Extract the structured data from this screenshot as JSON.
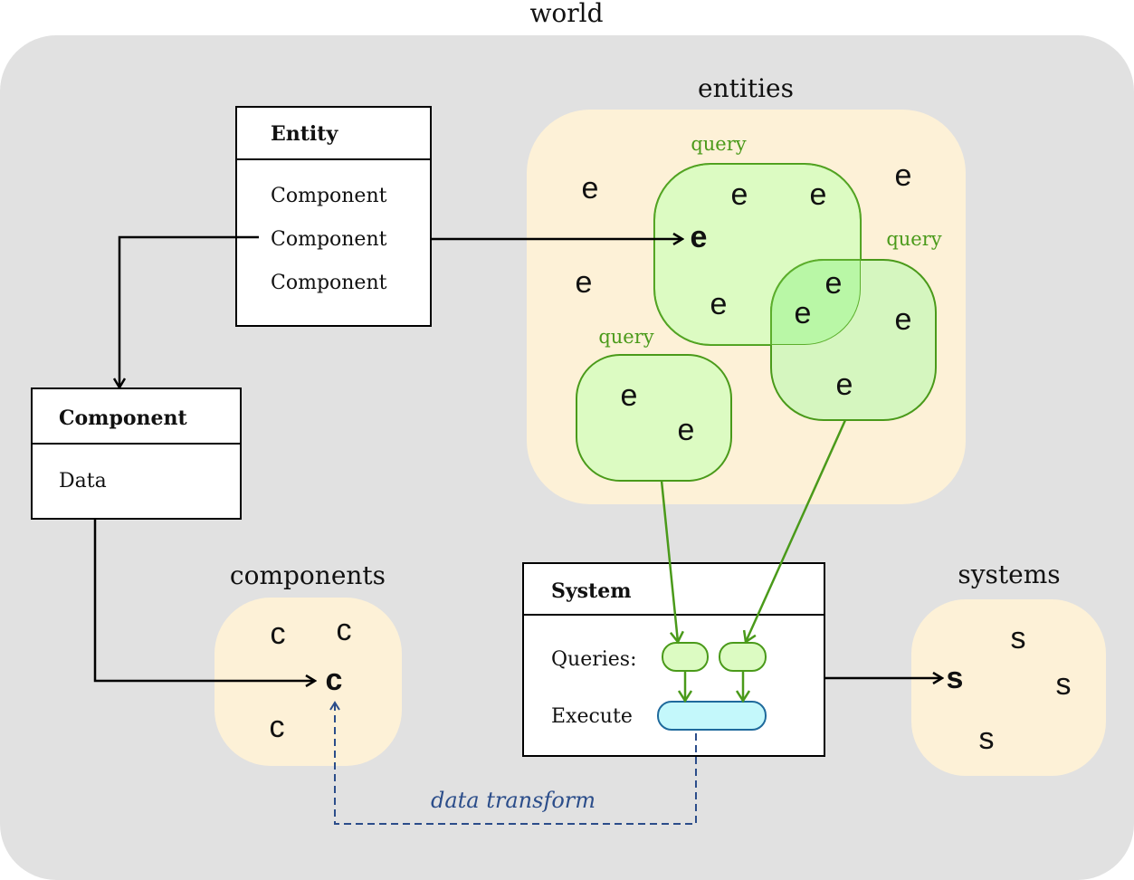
{
  "diagram": {
    "colors": {
      "world_bg": "#e1e1e1",
      "pool_bg": "#fdf1d7",
      "query_fill": "#dcfbc2",
      "query_overlap_fill": "#b9f7a6",
      "query_stroke": "#4a9a1a",
      "query_label": "#4a9a1a",
      "execute_fill": "#c4f8fb",
      "execute_stroke": "#1f6a9c",
      "transform_color": "#2b4d8a",
      "box_stroke": "#000000"
    },
    "world": {
      "label": "world"
    },
    "entity_box": {
      "title": "Entity",
      "rows": [
        "Component",
        "Component",
        "Component"
      ]
    },
    "component_box": {
      "title": "Component",
      "rows": [
        "Data"
      ]
    },
    "system_box": {
      "title": "System",
      "queries_label": "Queries:",
      "execute_label": "Execute"
    },
    "entities_pool": {
      "label": "entities",
      "queries": [
        {
          "label": "query",
          "entities": [
            "e",
            "e",
            "e",
            "e"
          ]
        },
        {
          "label": "query",
          "entities": [
            "e",
            "e",
            "e",
            "e"
          ]
        },
        {
          "label": "query",
          "entities": [
            "e",
            "e"
          ]
        }
      ],
      "loose_entities": [
        "e",
        "e",
        "e"
      ],
      "highlighted": "e"
    },
    "components_pool": {
      "label": "components",
      "items": [
        "c",
        "c",
        "c"
      ],
      "highlighted": "c"
    },
    "systems_pool": {
      "label": "systems",
      "items": [
        "s",
        "s",
        "s"
      ],
      "highlighted": "s"
    },
    "data_transform": {
      "label": "data transform"
    }
  }
}
